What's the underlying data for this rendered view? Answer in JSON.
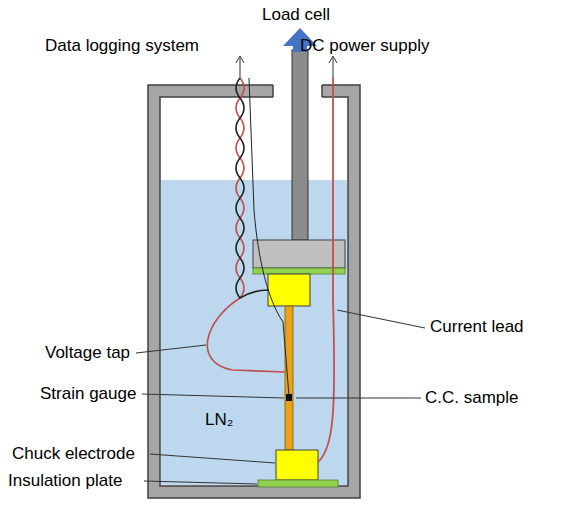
{
  "diagram": {
    "labels": [
      "Load cell",
      "Data logging system",
      "DC power supply",
      "Voltage tap",
      "Strain gauge",
      "Current lead",
      "C.C. sample",
      "LN₂",
      "Chuck electrode",
      "Insulation plate"
    ]
  }
}
